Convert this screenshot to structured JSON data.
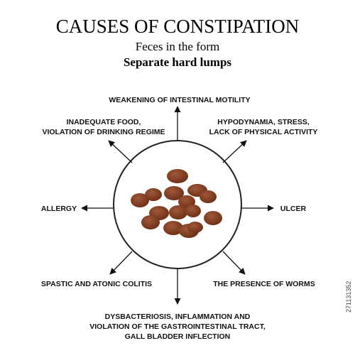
{
  "title": "CAUSES OF CONSTIPATION",
  "subtitle": "Feces in the form",
  "subtitle_bold": "Separate hard lumps",
  "causes": {
    "top": "WEAKENING OF INTESTINAL MOTILITY",
    "top_left_line1": "INADEQUATE FOOD,",
    "top_left_line2": "VIOLATION OF DRINKING REGIME",
    "top_right_line1": "HYPODYNAMIA,  STRESS,",
    "top_right_line2": "LACK OF PHYSICAL ACTIVITY",
    "left": "ALLERGY",
    "right": "ULCER",
    "bottom_left": "SPASTIC AND ATONIC COLITIS",
    "bottom_right": "THE PRESENCE OF WORMS",
    "bottom_line1": "DYSBACTERIOSIS, INFLAMMATION AND",
    "bottom_line2": "VIOLATION OF THE GASTROINTESTINAL TRACT,",
    "bottom_line3": "GALL BLADDER INFLECTION"
  },
  "stock_id": "271131352",
  "colors": {
    "text": "#111111",
    "circle_stroke": "#222222",
    "lump": "#7a3a1c",
    "lump_highlight": "#a0573a"
  }
}
